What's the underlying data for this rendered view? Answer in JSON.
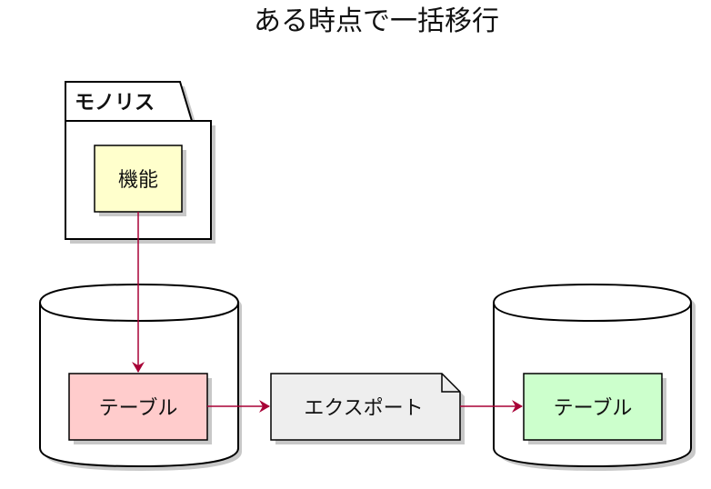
{
  "title": "ある時点で一括移行",
  "package": {
    "label": "モノリス",
    "component": "機能"
  },
  "source_db": {
    "table": "テーブル",
    "table_color": "#FFCCCC"
  },
  "export_note": "エクスポート",
  "target_db": {
    "table": "テーブル",
    "table_color": "#CCFFCC"
  },
  "colors": {
    "component_fill": "#FFFFCC",
    "note_fill": "#EEEEEE",
    "arrow": "#A80036",
    "shadow": "#C8C8C8"
  }
}
